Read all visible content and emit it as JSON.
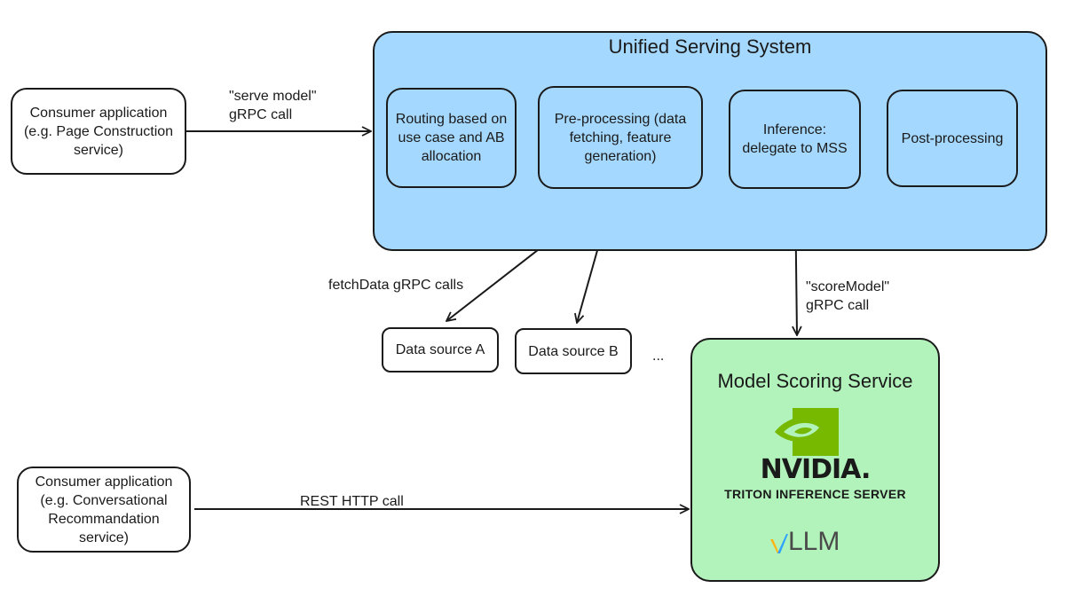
{
  "uss": {
    "title": "Unified Serving System",
    "steps": [
      "Routing based on\nuse case and AB\nallocation",
      "Pre-processing (data\nfetching, feature\ngeneration)",
      "Inference:\ndelegate to MSS",
      "Post-processing"
    ]
  },
  "consumers": {
    "top": "Consumer application\n(e.g. Page Construction\nservice)",
    "bottom": "Consumer application\n(e.g. Conversational\nRecommandation\nservice)"
  },
  "arrows": {
    "serve_model": "\"serve model\"\ngRPC call",
    "fetch_data": "fetchData gRPC calls",
    "score_model": "\"scoreModel\"\ngRPC call",
    "rest": "REST HTTP call"
  },
  "data_sources": {
    "a": "Data source A",
    "b": "Data source B",
    "more": "..."
  },
  "mss": {
    "title": "Model Scoring Service",
    "nvidia_wordmark": "NVIDIA.",
    "triton": "TRITON INFERENCE SERVER",
    "vllm": "LLM"
  },
  "colors": {
    "uss_fill": "#a5d8ff",
    "mss_fill": "#b2f2bb",
    "nvidia_green": "#76b900",
    "vllm_blue": "#30a2ff",
    "vllm_yellow": "#fdb515"
  }
}
